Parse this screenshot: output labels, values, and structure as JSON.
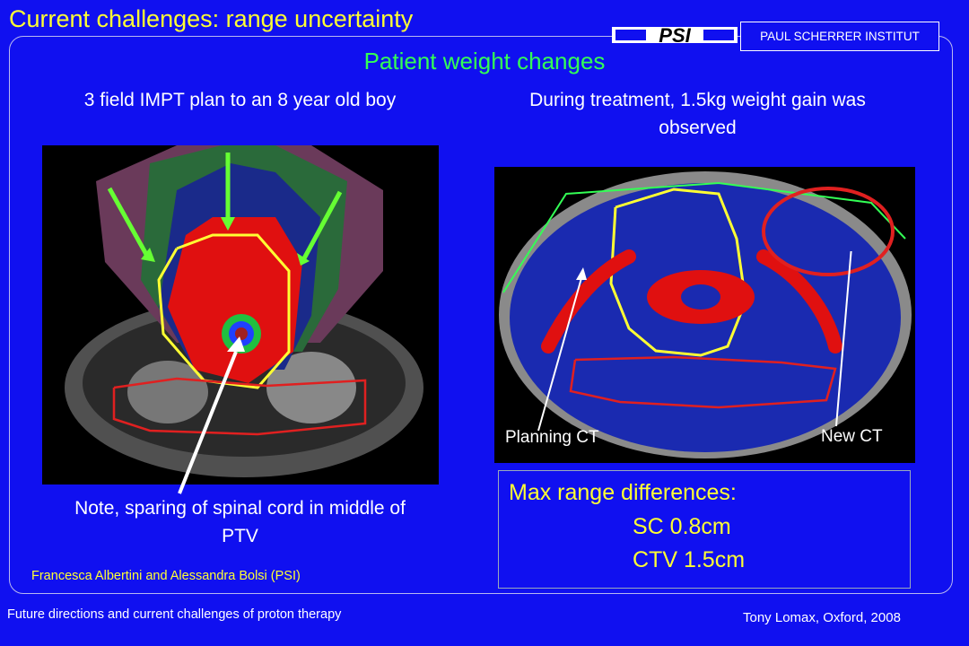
{
  "header": {
    "title": "Current challenges: range uncertainty",
    "logo_text": "PSI",
    "institute": "PAUL SCHERRER INSTITUT"
  },
  "subtitle": "Patient weight changes",
  "left": {
    "caption": "3 field IMPT plan to an 8 year old boy",
    "note": "Note, sparing of spinal cord in middle of PTV",
    "credit": "Francesca Albertini and Alessandra Bolsi (PSI)"
  },
  "right": {
    "caption": "During treatment, 1.5kg weight gain was observed",
    "planning_label": "Planning CT",
    "new_label": "New CT"
  },
  "range": {
    "title": "Max range differences:",
    "sc": "SC 0.8cm",
    "ctv": "CTV 1.5cm"
  },
  "footer": {
    "left": "Future directions and current challenges of proton therapy",
    "right": "Tony Lomax, Oxford, 2008"
  },
  "colors": {
    "background": "#1010f0",
    "title": "#ffff33",
    "subtitle": "#33ff55",
    "arrow": "#66ff33",
    "contour": "#ffff33",
    "highlight": "#e02020"
  }
}
